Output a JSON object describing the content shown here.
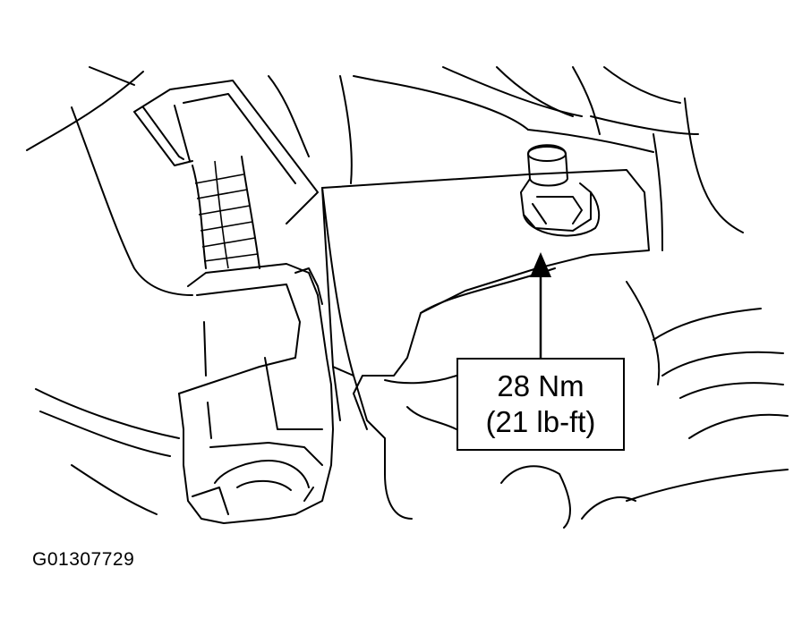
{
  "callout": {
    "torque_metric": "28 Nm",
    "torque_imperial": "(21 lb-ft)"
  },
  "figure_id": "G01307729"
}
